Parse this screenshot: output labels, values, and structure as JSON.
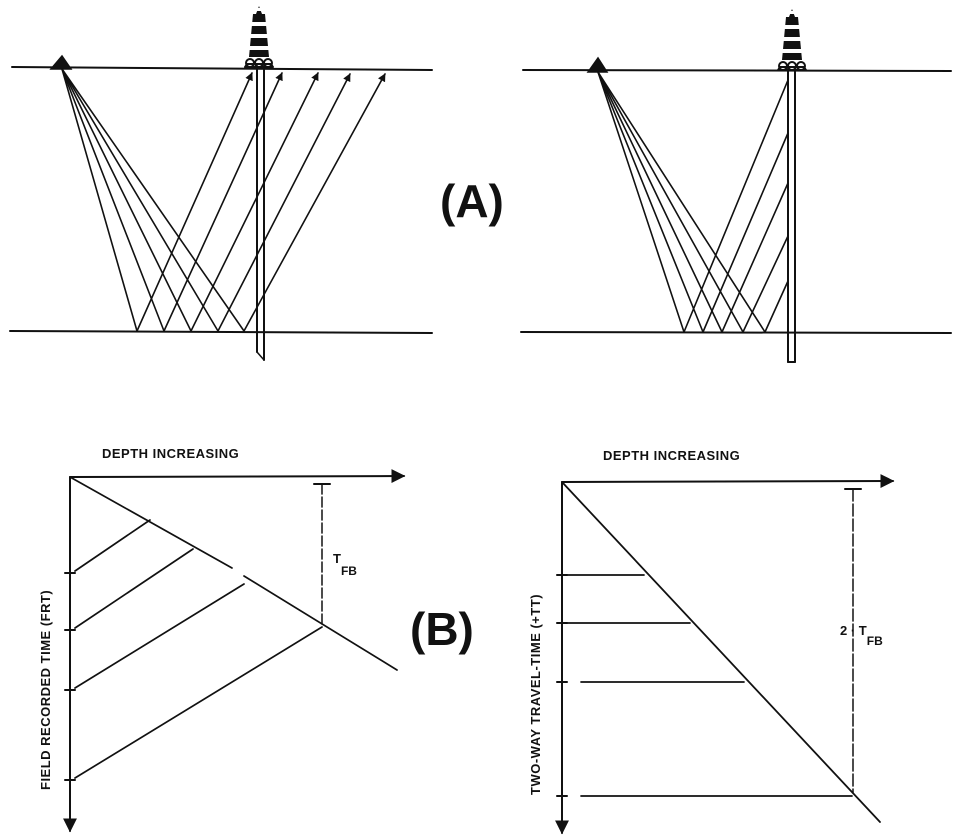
{
  "panel_a": {
    "label": "(A)"
  },
  "panel_b": {
    "label": "(B)",
    "left": {
      "x_axis_label": "DEPTH INCREASING",
      "y_axis_label": "FIELD RECORDED TIME (FRT)",
      "annotation_main": "T",
      "annotation_sub": "FB"
    },
    "right": {
      "x_axis_label": "DEPTH INCREASING",
      "y_axis_label": "TWO-WAY TRAVEL-TIME (+TT)",
      "annotation_main": "2 · T",
      "annotation_sub": "FB"
    }
  },
  "colors": {
    "ink": "#111111",
    "background": "#ffffff"
  },
  "icons": [
    "shot-point-icon",
    "drilling-rig-icon"
  ]
}
